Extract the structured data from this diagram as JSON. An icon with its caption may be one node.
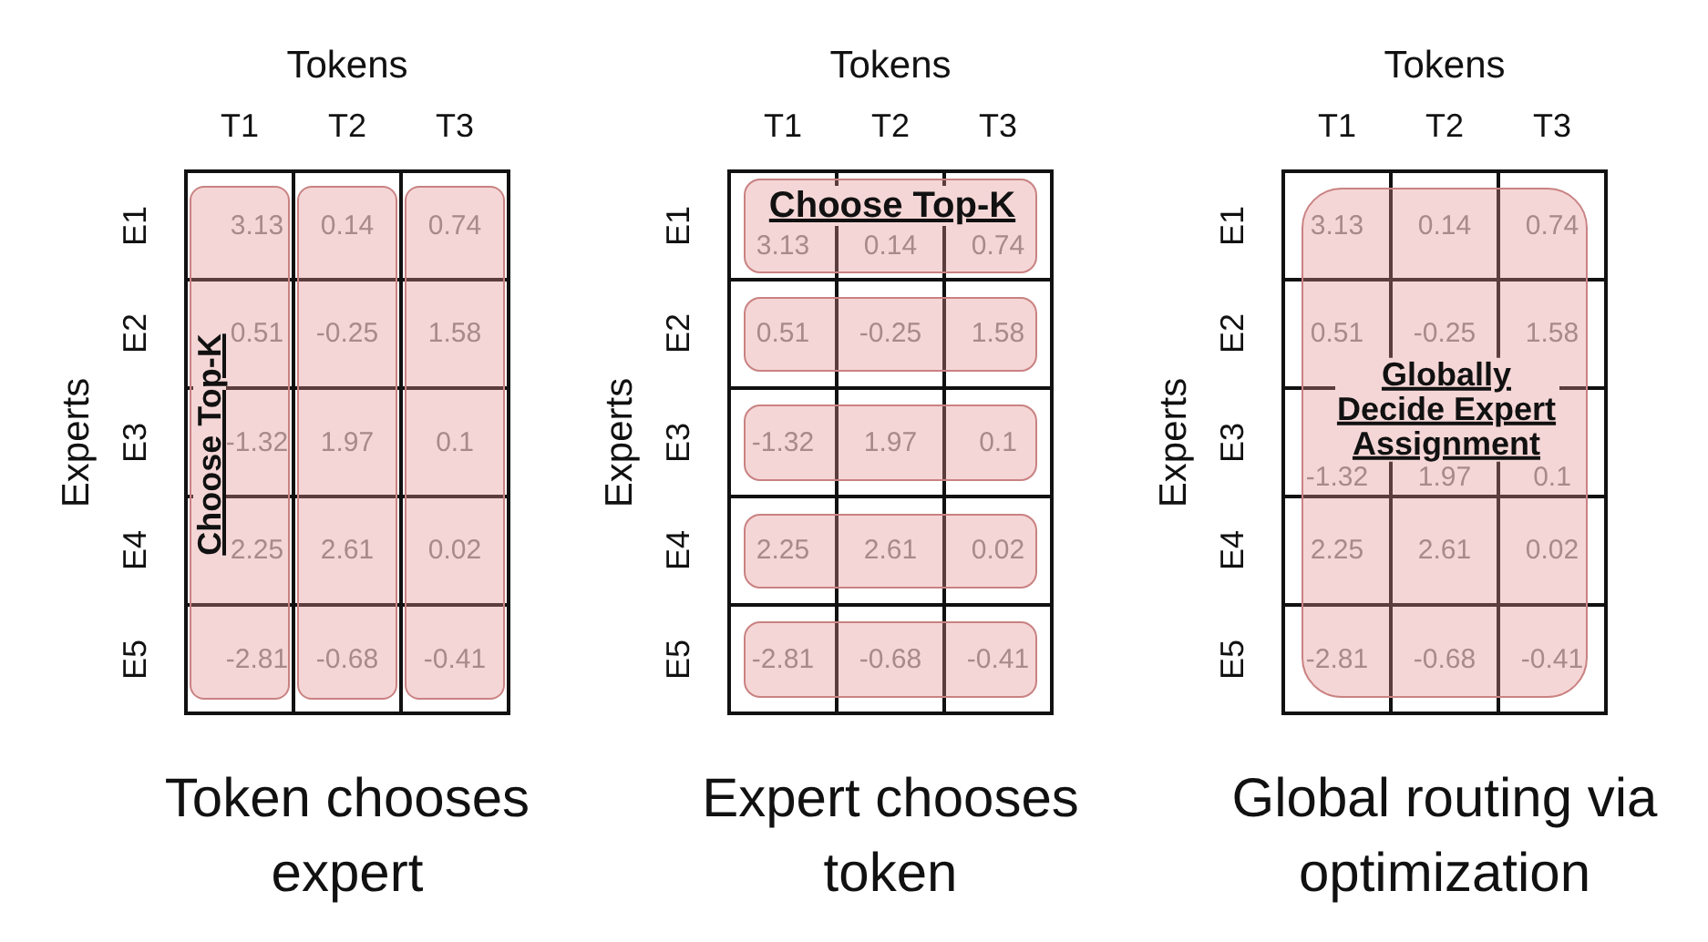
{
  "diagram": {
    "nodes": [
      {
        "text": [
          "Choose Top-K"
        ]
      },
      {
        "text": [],
        "shape": "box"
      },
      {
        "text": [],
        "shape": "box"
      },
      {
        "text": [
          "Choose Top-K"
        ]
      },
      {
        "text": [],
        "shape": "box"
      },
      {
        "text": [],
        "shape": "box"
      },
      {
        "text": [],
        "shape": "box"
      },
      {
        "text": [],
        "shape": "box"
      },
      {
        "text": [
          "Globally Decide Expert Assignment"
        ]
      }
    ],
    "labels": [
      "Tokens",
      "T1",
      "T2",
      "T3",
      "Experts",
      "E1",
      "3.13",
      "0.14",
      "0.74",
      "E2",
      "0.51",
      "-0.25",
      "1.58",
      "E3",
      "-1.32",
      "1.97",
      "0.1",
      "E4",
      "2.25",
      "2.61",
      "0.02",
      "E5",
      "-2.81",
      "-0.68",
      "-0.41",
      "Token chooses expert",
      "Tokens",
      "T1",
      "T2",
      "T3",
      "Experts",
      "E1",
      "3.13",
      "0.14",
      "0.74",
      "E2",
      "0.51",
      "-0.25",
      "1.58",
      "E3",
      "-1.32",
      "1.97",
      "0.1",
      "E4",
      "2.25",
      "2.61",
      "0.02",
      "E5",
      "-2.81",
      "-0.68",
      "-0.41",
      "Expert chooses token",
      "Tokens",
      "T1",
      "T2",
      "T3",
      "Experts",
      "E1",
      "3.13",
      "0.14",
      "0.74",
      "E2",
      "0.51",
      "-0.25",
      "1.58",
      "E3",
      "-1.32",
      "1.97",
      "0.1",
      "E4",
      "2.25",
      "2.61",
      "0.02",
      "E5",
      "-2.81",
      "-0.68",
      "-0.41",
      "Global routing via optimization"
    ]
  }
}
